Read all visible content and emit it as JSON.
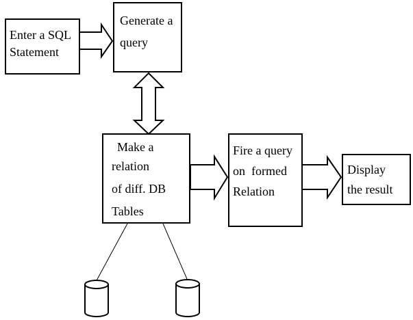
{
  "colors": {
    "stroke": "#000000",
    "background": "#ffffff"
  },
  "boxes": {
    "enter_sql": [
      "Enter a SQL",
      "Statement"
    ],
    "generate_query": [
      "Generate a",
      "query"
    ],
    "make_relation": [
      "Make a",
      "relation",
      "of diff. DB",
      "Tables"
    ],
    "fire_query": [
      "Fire a query",
      "on  formed",
      "Relation"
    ],
    "display_result": [
      "Display",
      "the result"
    ]
  },
  "databases": [
    "database-1",
    "database-2"
  ]
}
